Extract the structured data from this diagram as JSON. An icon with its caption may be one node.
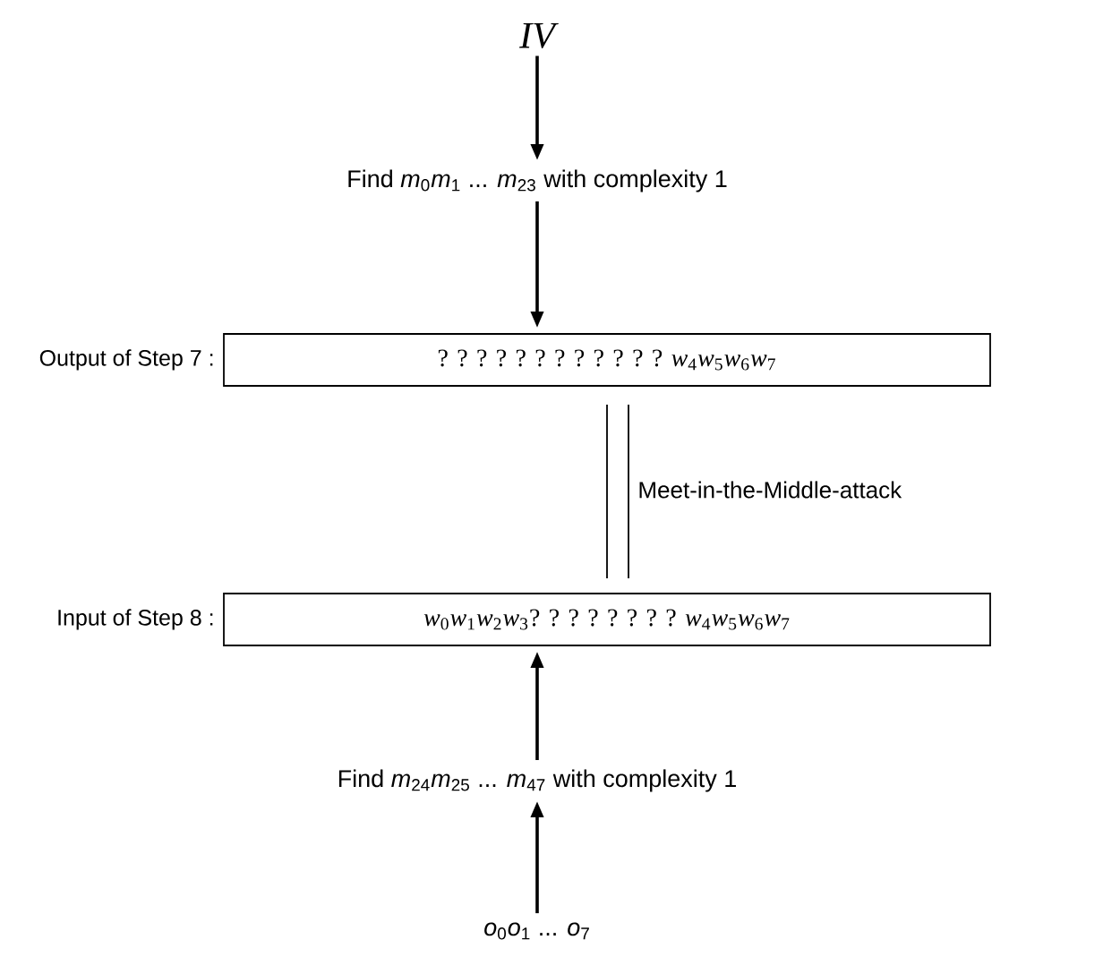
{
  "diagram": {
    "nodes": [
      {
        "text": [
          "IV"
        ]
      },
      {
        "text": [
          "Find *m*$_{0}$*m*$_{1}$ ... *m*$_{23}$ with complexity 1"
        ]
      },
      {
        "text": [
          "Output of Step 7 :",
          "? ? ? ? ? ? ? ? ? ? ? ? *w*$_{4}$*w*$_{5}$*w*$_{6}$*w*$_{7}$"
        ]
      },
      {
        "text": [
          "Input of Step 8 :",
          "*w*$_{0}$*w*$_{1}$*w*$_{2}$*w*$_{3}$? ? ? ? ? ? ? ? *w*$_{4}$*w*$_{5}$*w*$_{6}$*w*$_{7}$"
        ]
      },
      {
        "text": [
          "Find *m*$_{24}$*m*$_{25}$ ... *m*$_{47}$ with complexity 1"
        ]
      },
      {
        "text": [
          "*o*$_{0}$*o*$_{1}$ ... *o*$_{7}$"
        ]
      }
    ],
    "edges": [
      {
        "from": 0,
        "to": 1,
        "arrow": "to"
      },
      {
        "from": 1,
        "to": 2,
        "arrow": "to"
      },
      {
        "from": 2,
        "to": 3,
        "arrow": "none",
        "label": "Meet-in-the-Middle-attack"
      },
      {
        "from": 4,
        "to": 3,
        "arrow": "to"
      },
      {
        "from": 5,
        "to": 4,
        "arrow": "to"
      }
    ]
  }
}
